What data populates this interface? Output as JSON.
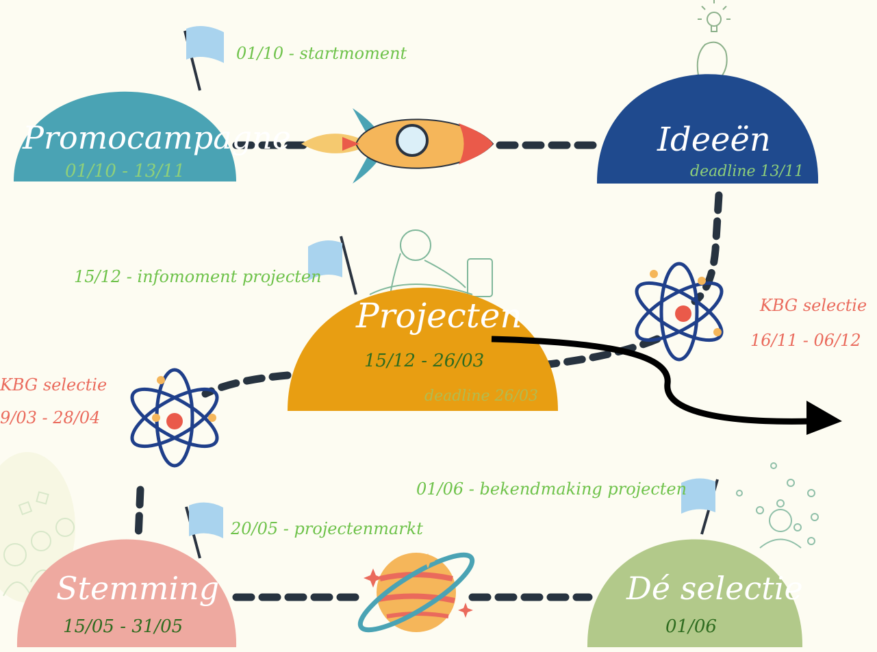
{
  "colors": {
    "promocampagne": "#4aa3b4",
    "ideeen": "#1f4a8e",
    "projecten": "#e89e12",
    "stemming": "#eea9a0",
    "deselectie": "#b2c98a",
    "dashes": "#273340",
    "flag": "#a9d3ee",
    "green_text": "#6ec24a",
    "red_text": "#ea6a5c"
  },
  "phases": {
    "promocampagne": {
      "title": "Promocampagne",
      "dates": "01/10 - 13/11"
    },
    "ideeen": {
      "title": "Ideeën",
      "dates": "deadline 13/11"
    },
    "projecten": {
      "title": "Projecten",
      "dates": "15/12 - 26/03",
      "deadline": "deadline 26/03"
    },
    "stemming": {
      "title": "Stemming",
      "dates": "15/05 - 31/05"
    },
    "deselectie": {
      "title": "Dé selectie",
      "dates": "01/06"
    }
  },
  "milestones": {
    "startmoment": "01/10 - startmoment",
    "infomoment": "15/12 - infomoment projecten",
    "projectenmarkt": "20/05 - projectenmarkt",
    "bekendmaking": "01/06 - bekendmaking projecten"
  },
  "kbg_right": {
    "label": "KBG selectie",
    "dates": "16/11 - 06/12"
  },
  "kbg_left": {
    "label": "KBG selectie",
    "dates": "9/03 - 28/04"
  },
  "icons": [
    "flag-icon",
    "rocket-icon",
    "atom-icon",
    "planet-icon",
    "lightbulb-icon",
    "arrow-icon"
  ]
}
